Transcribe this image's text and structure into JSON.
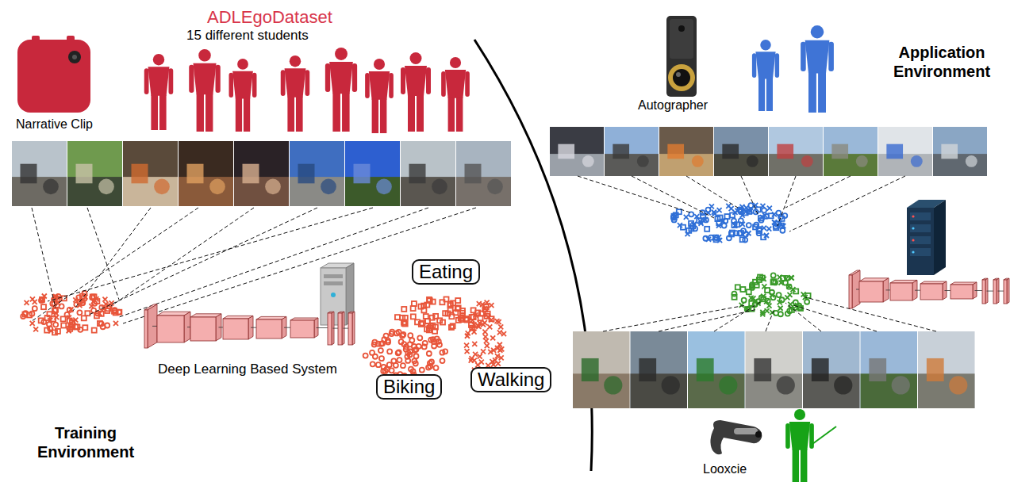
{
  "diagram": {
    "nodes": [
      {
        "text": [
          "Eating"
        ]
      },
      {
        "text": [
          "Biking"
        ]
      },
      {
        "text": [
          "Walking"
        ]
      }
    ],
    "labels": [
      "ADLEgoDataset",
      "15 different students",
      "Narrative Clip",
      "Deep Learning Based System",
      "Training Environment",
      "Autographer",
      "Application Environment",
      "Looxcie"
    ]
  }
}
